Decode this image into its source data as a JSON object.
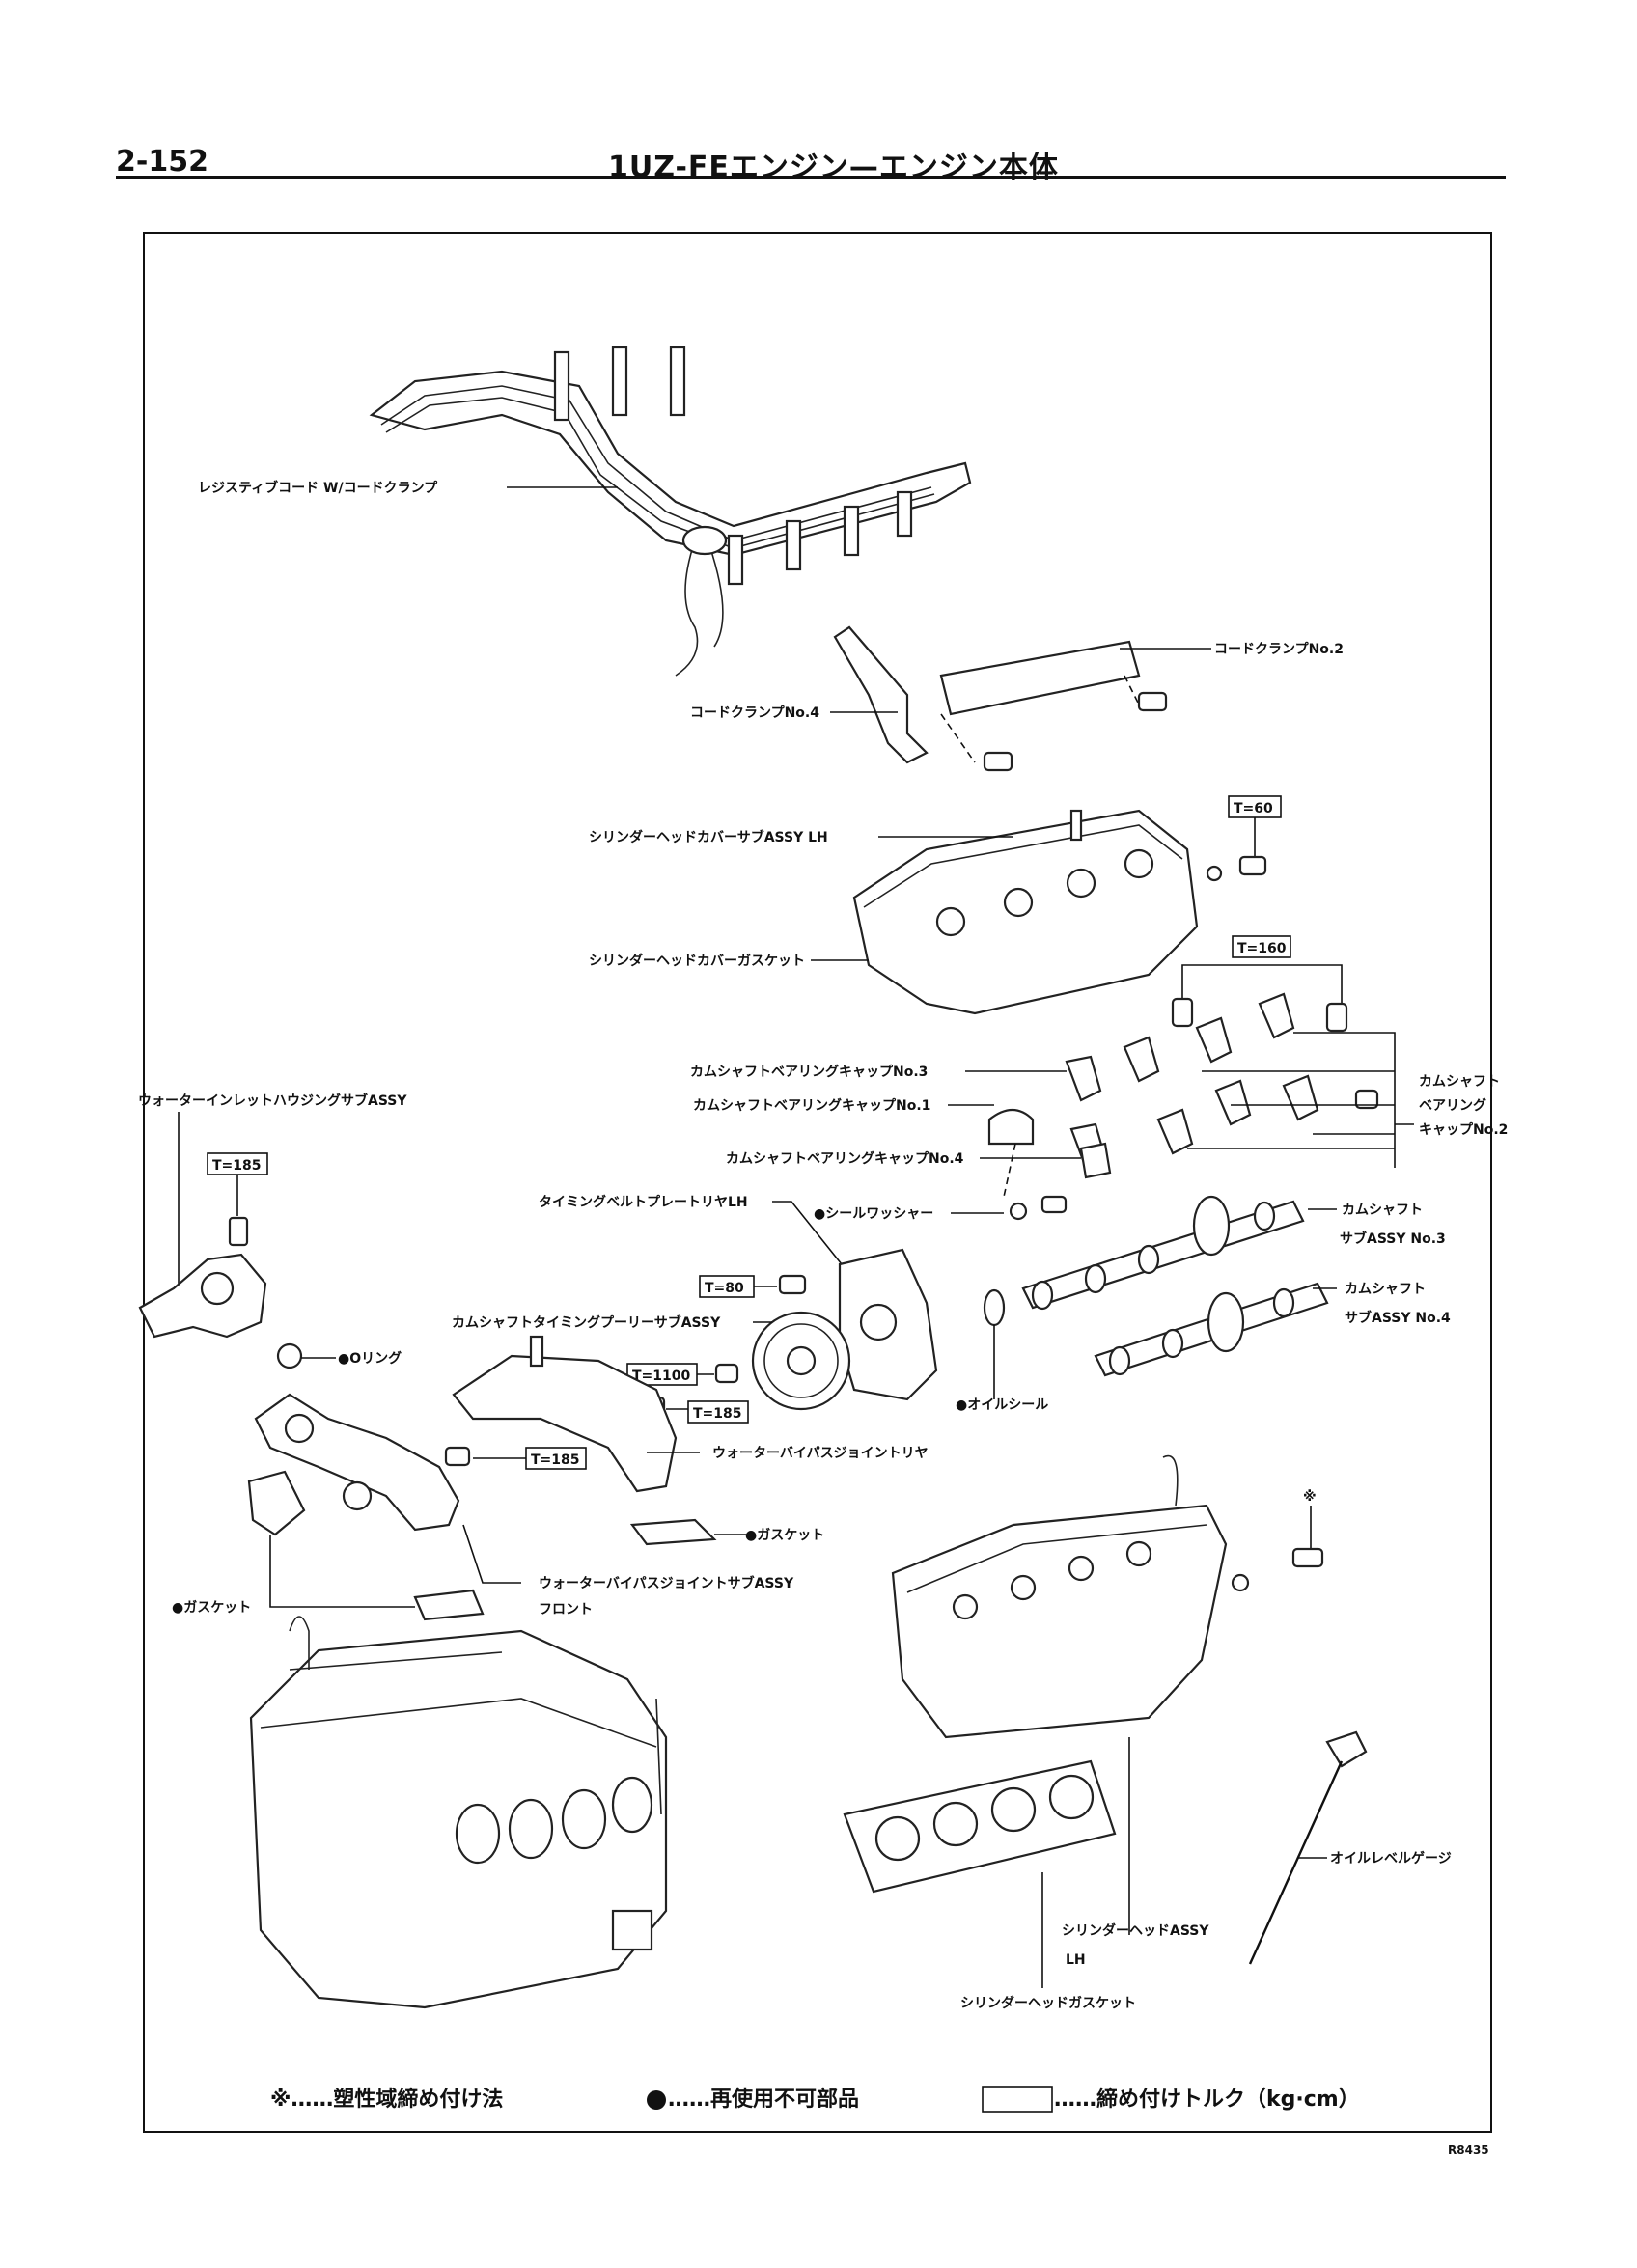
{
  "header": {
    "page_number": "2-152",
    "title": "1UZ-FEエンジン—エンジン本体"
  },
  "labels": {
    "resistive_cord": "レジスティブコード W/コードクランプ",
    "cord_clamp_no2": "コードクランプNo.2",
    "cord_clamp_no4": "コードクランプNo.4",
    "head_cover_lh": "シリンダーヘッドカバーサブASSY LH",
    "head_cover_gasket": "シリンダーヘッドカバーガスケット",
    "cam_cap_no3": "カムシャフトベアリングキャップNo.3",
    "cam_cap_no1": "カムシャフトベアリングキャップNo.1",
    "cam_cap_no4": "カムシャフトベアリングキャップNo.4",
    "cam_cap_right_1": "カムシャフト",
    "cam_cap_right_2": "ベアリング",
    "cam_cap_right_3": "キャップNo.2",
    "water_inlet": "ウォーターインレットハウジングサブASSY",
    "timing_belt_plate": "タイミングベルトプレートリヤLH",
    "seal_washer": "●シールワッシャー",
    "camshaft_no3_1": "カムシャフト",
    "camshaft_no3_2": "サブASSY No.3",
    "camshaft_no4_1": "カムシャフト",
    "camshaft_no4_2": "サブASSY No.4",
    "cam_pulley": "カムシャフトタイミングプーリーサブASSY",
    "o_ring": "●Oリング",
    "oil_seal": "●オイルシール",
    "water_bypass_rear": "ウォーターバイパスジョイントリヤ",
    "gasket_1": "●ガスケット",
    "gasket_2": "●ガスケット",
    "water_bypass_front_1": "ウォーターバイパスジョイントサブASSY",
    "water_bypass_front_2": "フロント",
    "oil_level_gauge": "オイルレベルゲージ",
    "head_lh_1": "シリンダーヘッドASSY",
    "head_lh_2": "LH",
    "head_gasket": "シリンダーヘッドガスケット",
    "asterisk": "※"
  },
  "torques": {
    "t60": "T=60",
    "t160": "T=160",
    "t185_a": "T=185",
    "t80": "T=80",
    "t1100": "T=1100",
    "t185_b": "T=185",
    "t185_c": "T=185"
  },
  "legend": {
    "plastic_region": "※……塑性域締め付け法",
    "non_reusable": "……再使用不可部品",
    "torque": "……締め付けトルク（kg·cm）"
  },
  "code": "R8435"
}
